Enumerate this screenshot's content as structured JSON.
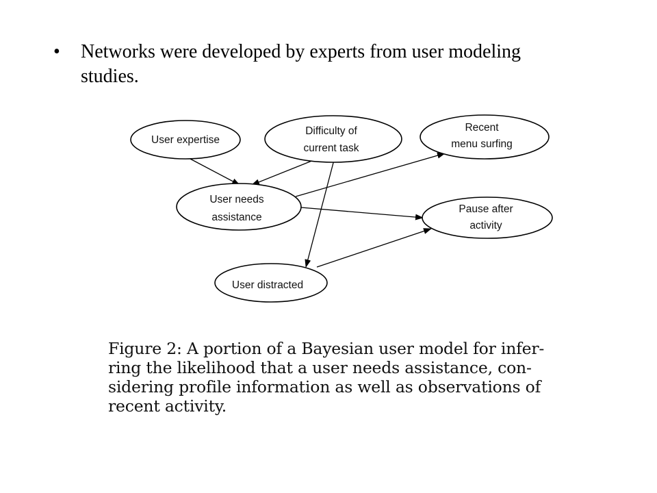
{
  "bullet": {
    "symbol": "•",
    "line1": "Networks were developed by experts from user modeling",
    "line2": "studies."
  },
  "diagram": {
    "nodes": [
      {
        "id": "user-expertise",
        "lines": [
          "User expertise"
        ]
      },
      {
        "id": "difficulty",
        "lines": [
          "Difficulty of",
          "current task"
        ]
      },
      {
        "id": "recent-surfing",
        "lines": [
          "Recent",
          "menu surfing"
        ]
      },
      {
        "id": "needs-assistance",
        "lines": [
          "User needs",
          "assistance"
        ]
      },
      {
        "id": "pause-activity",
        "lines": [
          "Pause after",
          "activity"
        ]
      },
      {
        "id": "distracted",
        "lines": [
          "User distracted"
        ]
      }
    ],
    "edges": [
      {
        "from": "user-expertise",
        "to": "needs-assistance"
      },
      {
        "from": "difficulty",
        "to": "needs-assistance"
      },
      {
        "from": "difficulty",
        "to": "distracted"
      },
      {
        "from": "needs-assistance",
        "to": "recent-surfing"
      },
      {
        "from": "needs-assistance",
        "to": "pause-activity"
      },
      {
        "from": "distracted",
        "to": "pause-activity"
      }
    ]
  },
  "caption": {
    "line1": "Figure 2:  A portion of a Bayesian user model for infer-",
    "line2": "ring the likelihood that a user needs assistance, con-",
    "line3": "sidering profile information as well as observations of",
    "line4": "recent activity."
  }
}
